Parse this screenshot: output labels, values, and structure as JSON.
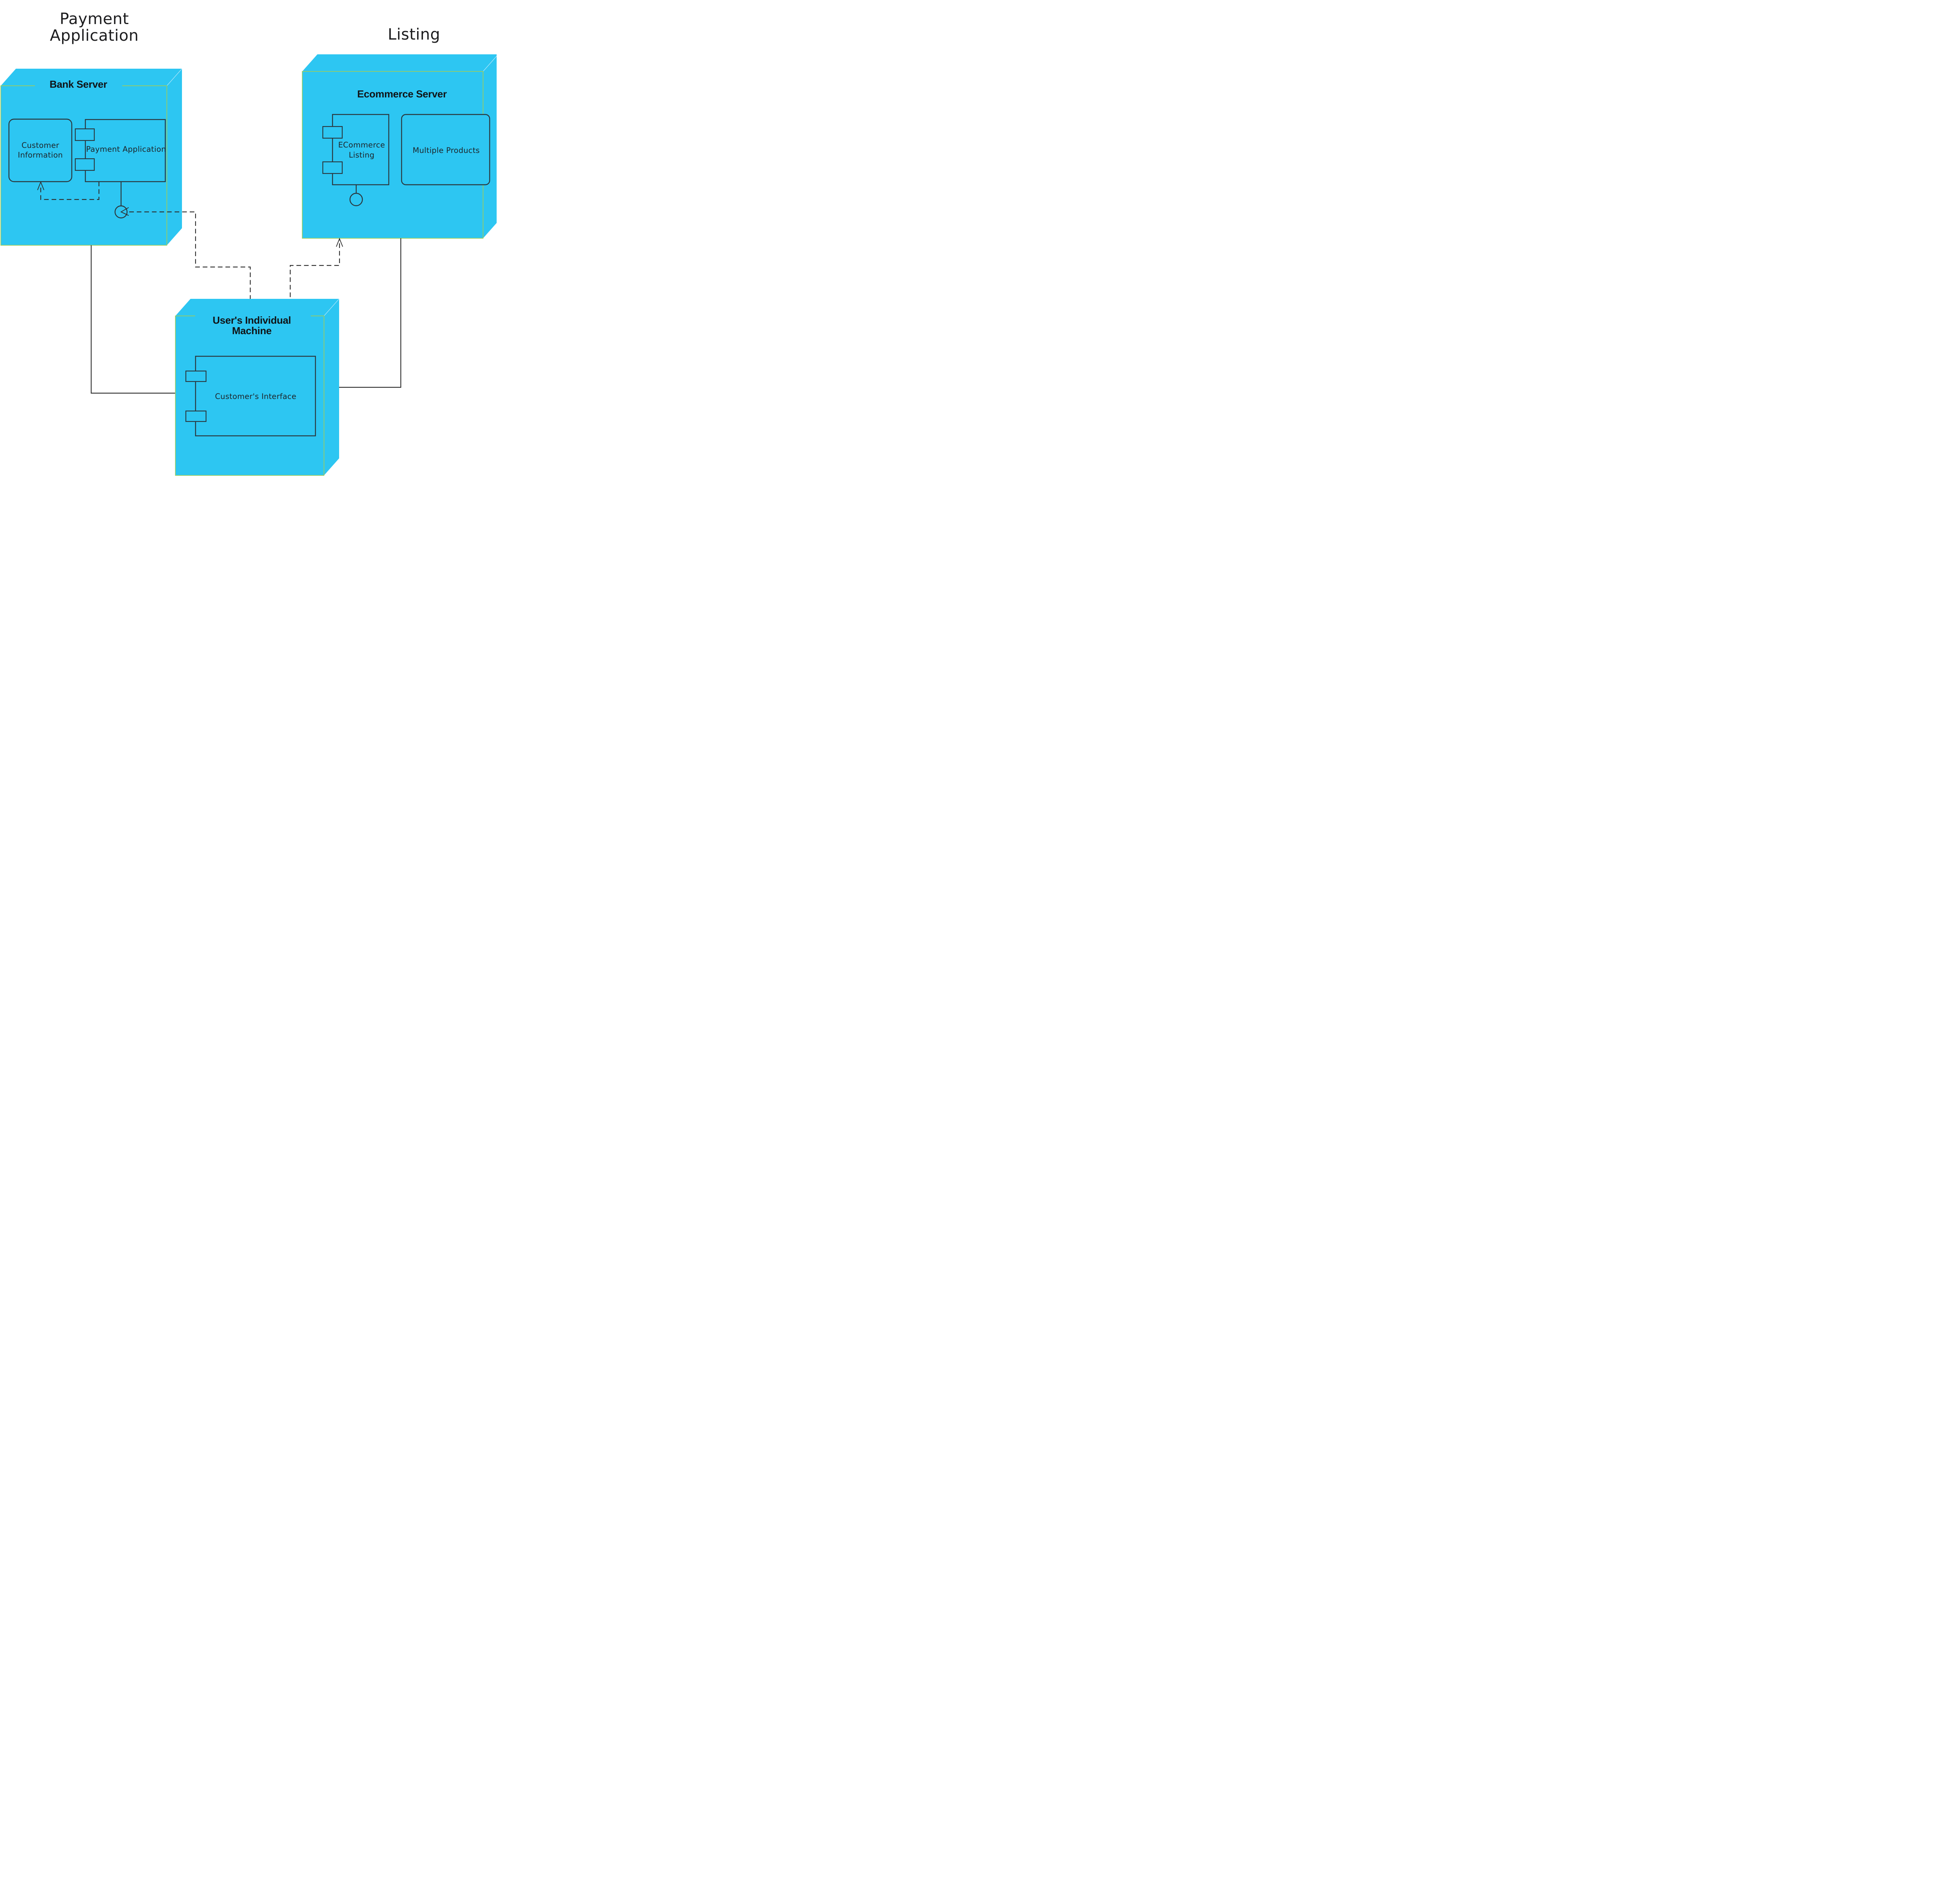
{
  "page_titles": {
    "payment_application": {
      "line1": "Payment",
      "line2": "Application"
    },
    "listing": "Listing"
  },
  "nodes": {
    "bank_server": {
      "title": "Bank Server",
      "components": {
        "customer_information": {
          "line1": "Customer",
          "line2": "Information"
        },
        "payment_application": {
          "label": "Payment Application"
        }
      }
    },
    "ecommerce_server": {
      "title": "Ecommerce Server",
      "components": {
        "ecommerce_listing": {
          "line1": "ECommerce",
          "line2": "Listing"
        },
        "multiple_products": {
          "label": "Multiple Products"
        }
      }
    },
    "users_individual_machine": {
      "title_line1": "User's Individual",
      "title_line2": "Machine",
      "components": {
        "customers_interface": {
          "label": "Customer's Interface"
        }
      }
    }
  },
  "colors": {
    "node_fill": "#2dc6f2",
    "node_border": "#a0ce5a",
    "bevel_line": "#bfeafb",
    "connector": "#2d2d2d",
    "component_border": "#2b363c",
    "component_text": "#1d2429",
    "node_title": "#101417",
    "page_title": "#1c1c1e",
    "background": "#ffffff"
  }
}
